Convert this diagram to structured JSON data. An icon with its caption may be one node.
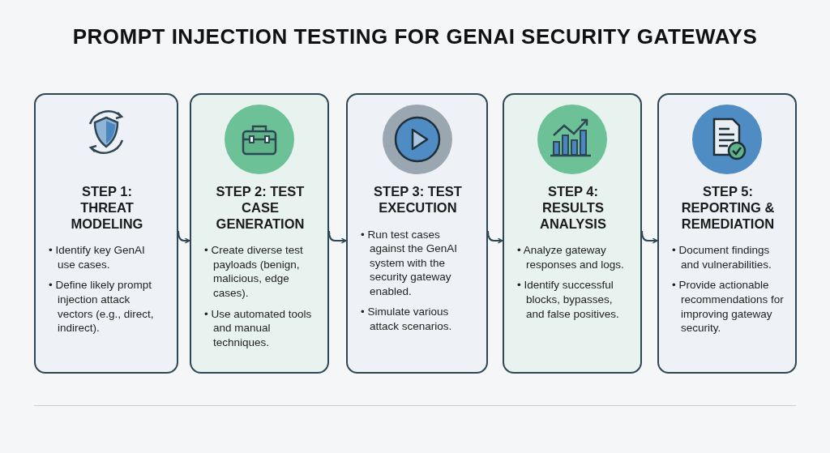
{
  "diagram": {
    "title": "PROMPT INJECTION TESTING FOR GENAI SECURITY GATEWAYS",
    "nodes": [
      {
        "text": [
          "STEP 1: THREAT MODELING",
          "• Identify key GenAI use cases.",
          "• Define likely prompt injection attack vectors (e.g., direct, indirect)."
        ]
      },
      {
        "text": [
          "STEP 2: TEST CASE GENERATION",
          "• Create diverse test payloads (benign, malicious, edge cases).",
          "• Use automated tools and manual techniques."
        ]
      },
      {
        "text": [
          "STEP 3: TEST EXECUTION",
          "• Run test cases against the GenAI system with the security gateway enabled.",
          "• Simulate various attack scenarios."
        ]
      },
      {
        "text": [
          "STEP 4: RESULTS ANALYSIS",
          "• Analyze gateway responses and logs.",
          "• Identify successful blocks, bypasses, and false positives."
        ]
      },
      {
        "text": [
          "STEP 5: REPORTING & REMEDIATION",
          "• Document findings and vulnerabilities.",
          "• Provide actionable recommendations for improving gateway security."
        ]
      }
    ],
    "edges": [
      {
        "from": 0,
        "to": 1,
        "arrow": "to"
      },
      {
        "from": 1,
        "to": 2,
        "arrow": "to"
      },
      {
        "from": 2,
        "to": 3,
        "arrow": "to"
      },
      {
        "from": 3,
        "to": 4,
        "arrow": "to"
      }
    ]
  }
}
